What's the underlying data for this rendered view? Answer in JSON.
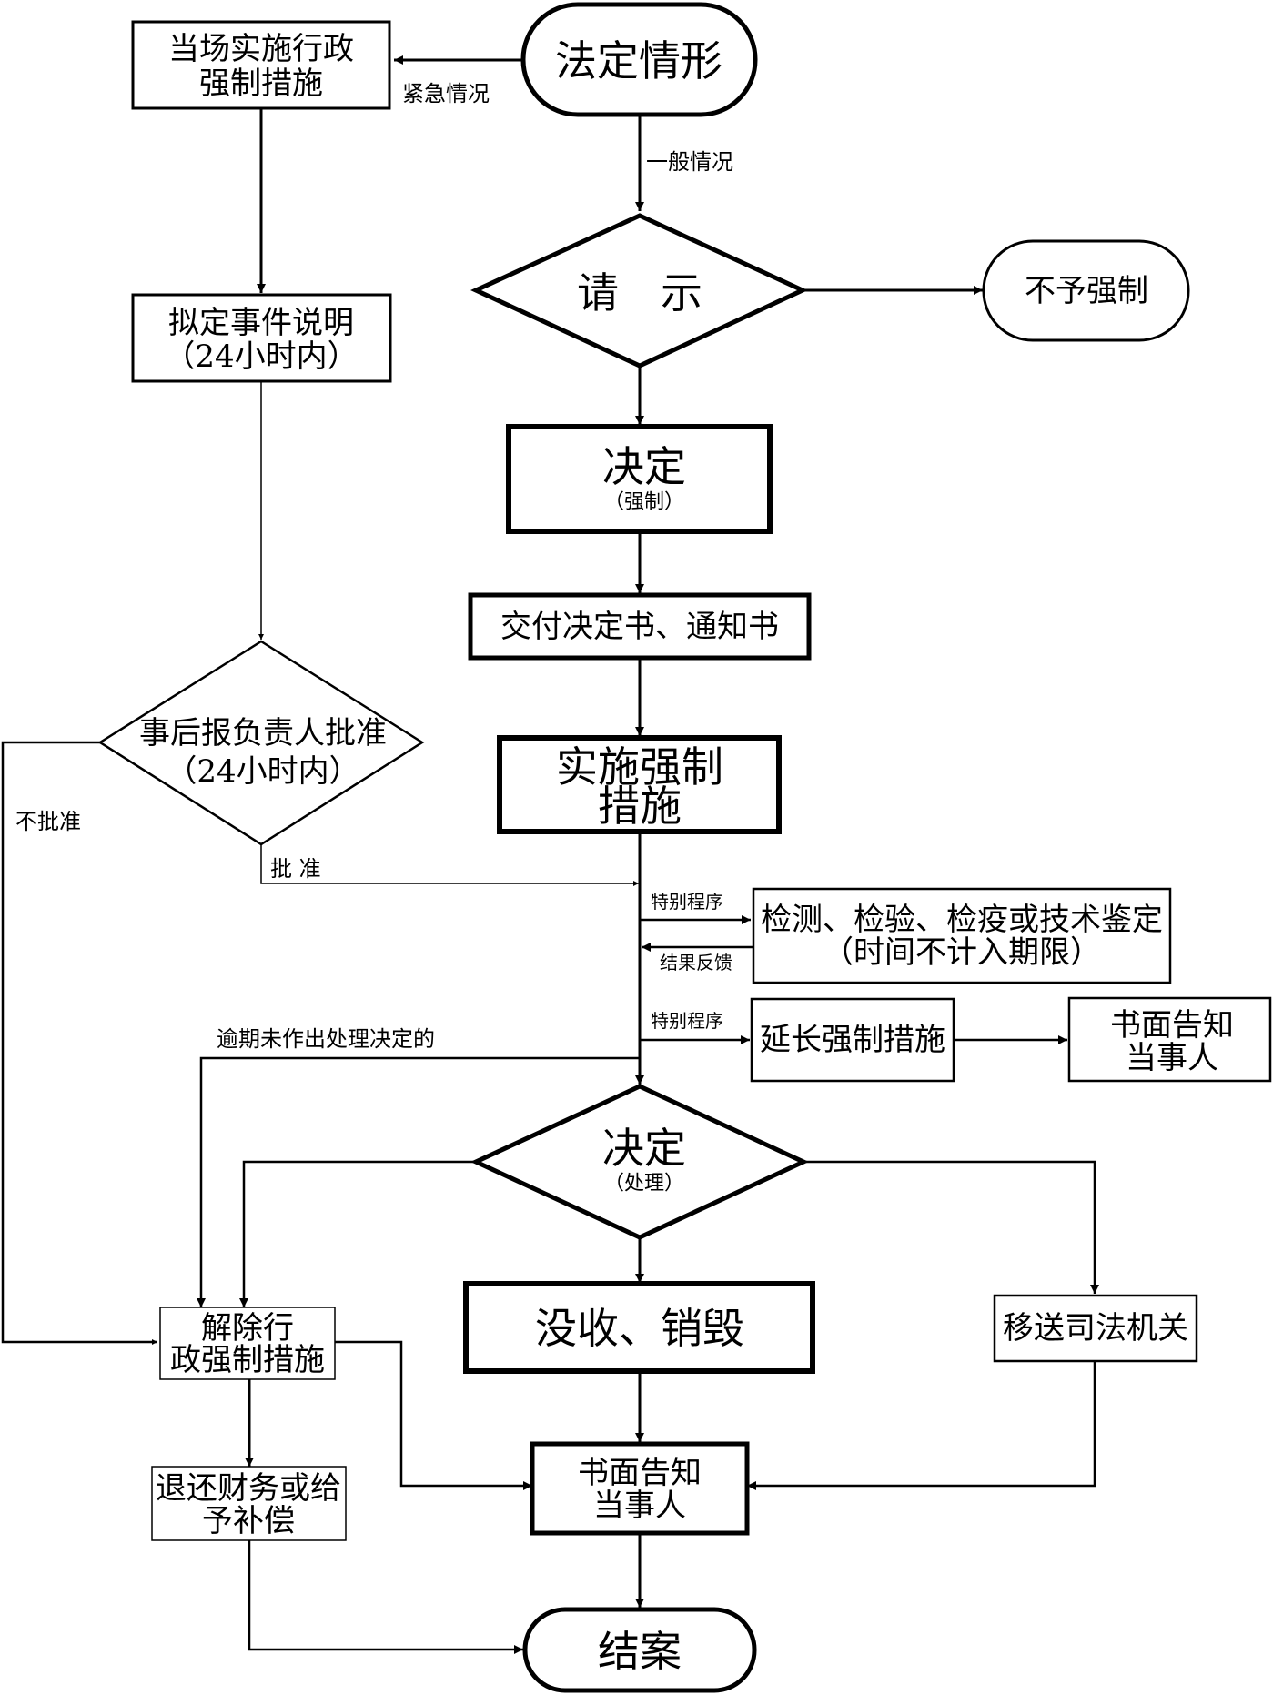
{
  "nodes": {
    "legal_situation": "法定情形",
    "onsite_line1": "当场实施行政",
    "onsite_line2": "强制措施",
    "draft_line1": "拟定事件说明",
    "draft_line2": "（24小时内）",
    "request": "请　示",
    "no_enforce": "不予强制",
    "decide_force": "决定",
    "decide_force_sub": "（强制）",
    "deliver": "交付决定书、通知书",
    "implement_line1": "实施强制",
    "implement_line2": "措施",
    "afterward_line1": "事后报负责人批准",
    "afterward_line2": "（24小时内）",
    "testing_line1": "检测、检验、检疫或技术鉴定",
    "testing_line2": "（时间不计入期限）",
    "extend": "延长强制措施",
    "notify_top_line1": "书面告知",
    "notify_top_line2": "当事人",
    "decide_handle": "决定",
    "decide_handle_sub": "（处理）",
    "lift_line1": "解除行",
    "lift_line2": "政强制措施",
    "confiscate": "没收、销毁",
    "transfer": "移送司法机关",
    "refund_line1": "退还财务或给",
    "refund_line2": "予补偿",
    "notify_bottom_line1": "书面告知",
    "notify_bottom_line2": "当事人",
    "close_case": "结案"
  },
  "edges": {
    "emergency": "紧急情况",
    "general": "一般情况",
    "not_approved": "不批准",
    "approved": "批 准",
    "special_1": "特别程序",
    "feedback": "结果反馈",
    "special_2": "特别程序",
    "overdue": "逾期未作出处理决定的"
  }
}
